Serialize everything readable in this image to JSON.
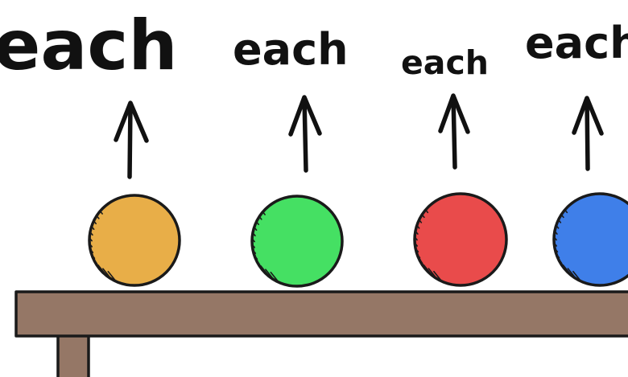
{
  "words": [
    "each",
    "each",
    "each",
    "each"
  ],
  "balls": [
    {
      "color_name": "orange",
      "fill": "#E8AE48"
    },
    {
      "color_name": "green",
      "fill": "#45E063"
    },
    {
      "color_name": "red",
      "fill": "#E94B4B"
    },
    {
      "color_name": "blue",
      "fill": "#3F7FE9"
    }
  ],
  "table": {
    "fill": "#957766"
  },
  "icons": {
    "arrow": "up-arrow-icon"
  }
}
